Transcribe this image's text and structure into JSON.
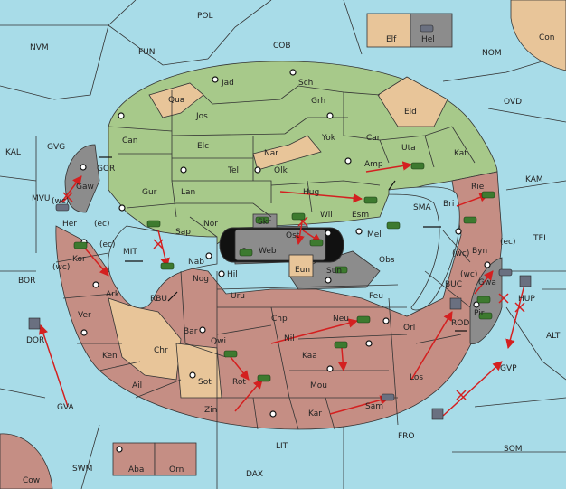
{
  "map": {
    "sea_labels": [
      "POL",
      "NVM",
      "FUN",
      "COB",
      "NOM",
      "OVD",
      "KAL",
      "GVG",
      "KAM",
      "TEI",
      "MVU",
      "BOR",
      "SMA",
      "ALT",
      "FRO",
      "SOM",
      "SWM",
      "LIT",
      "DAX",
      "GVA",
      "MIT",
      "RBU",
      "BUC",
      "ROD",
      "GOR"
    ],
    "land_labels": [
      "Elf",
      "Hel",
      "Con",
      "Jad",
      "Sch",
      "Qua",
      "Jos",
      "Grh",
      "Eld",
      "Can",
      "Yok",
      "Car",
      "Elc",
      "Nar",
      "Uta",
      "Kat",
      "Tel",
      "Olk",
      "Amp",
      "Gur",
      "Lan",
      "Hug",
      "Gaw",
      "Bri",
      "Rie",
      "Esm",
      "Wil",
      "Nor",
      "Skr",
      "Her",
      "Sap",
      "Ost",
      "Mel",
      "Web",
      "Byn",
      "Kor",
      "Nab",
      "Eun",
      "Sun",
      "Obs",
      "Ark",
      "Hil",
      "Nog",
      "Gwa",
      "Pir",
      "Uru",
      "Feu",
      "Ver",
      "Chp",
      "Neu",
      "Orl",
      "Bar",
      "Qwi",
      "Nil",
      "Ken",
      "Chr",
      "Kaa",
      "Los",
      "Ail",
      "Rot",
      "Sot",
      "Mou",
      "Zin",
      "Kar",
      "Sam",
      "Aba",
      "Orn",
      "Cow",
      "DOR",
      "HUP",
      "GVP"
    ],
    "coast_tags": [
      "(wc)",
      "(ec)",
      "(wc)",
      "(ec)",
      "(wc)",
      "(ec)",
      "(wc)"
    ]
  }
}
